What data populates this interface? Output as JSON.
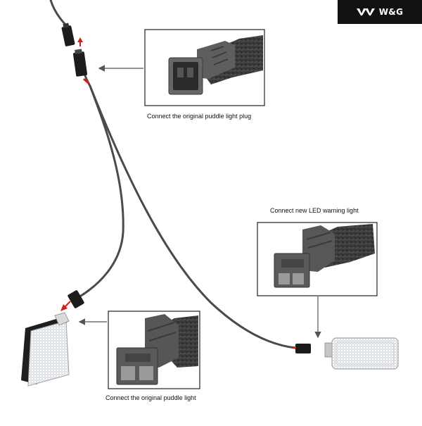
{
  "brand": {
    "name": "W&G",
    "logo_icon": "brand-chevrons-logo-icon"
  },
  "colors": {
    "cable": "#4a4a4a",
    "arrow_red": "#d0201a",
    "pointer": "#555555",
    "background": "#ffffff"
  },
  "callouts": {
    "original_plug": "Connect the original puddle light plug",
    "new_led": "Connect new LED warning light",
    "original_light": "Connect the original puddle light"
  }
}
